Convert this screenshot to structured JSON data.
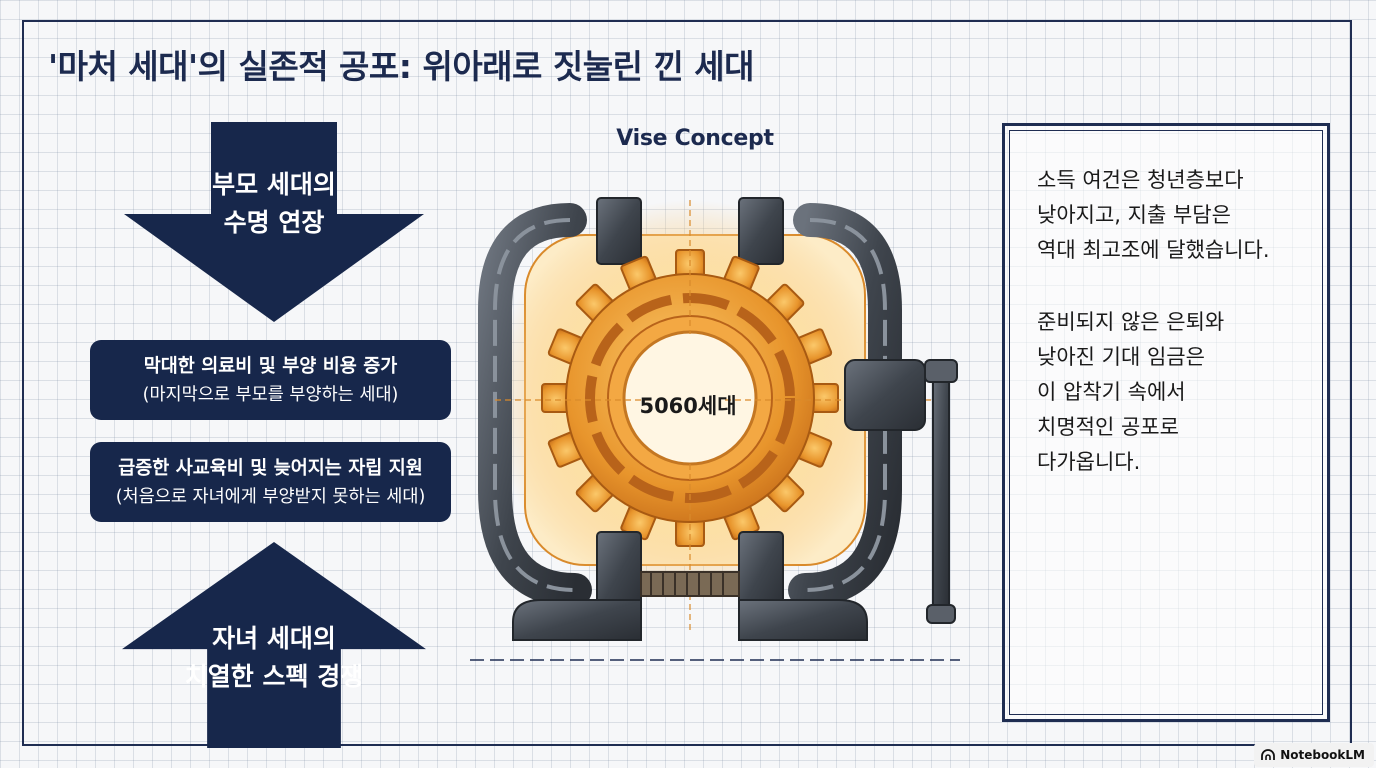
{
  "title": "'마처 세대'의 실존적 공포: 위아래로 짓눌린 낀 세대",
  "top_arrow": {
    "lines": [
      "부모 세대의",
      "수명 연장"
    ]
  },
  "bottom_arrow": {
    "lines": [
      "자녀 세대의",
      "치열한 스펙 경쟁"
    ]
  },
  "pressures": [
    {
      "main": "막대한 의료비 및 부양 비용 증가",
      "sub": "(마지막으로 부모를 부양하는 세대)"
    },
    {
      "main": "급증한 사교육비 및 늦어지는 자립 지원",
      "sub": "(처음으로 자녀에게 부양받지 못하는 세대)"
    }
  ],
  "diagram": {
    "caption": "Vise Concept",
    "center_label": "5060세대"
  },
  "text_box": {
    "paragraph1": [
      "소득 여건은 청년층보다",
      "낮아지고, 지출 부담은",
      "역대 최고조에 달했습니다."
    ],
    "paragraph2": [
      "준비되지 않은 은퇴와",
      "낮아진 기대 임금은",
      "이 압착기 속에서",
      "치명적인 공포로",
      "다가옵니다."
    ]
  },
  "badge": {
    "label": "NotebookLM",
    "icon": "notebooklm-logo-icon"
  },
  "colors": {
    "navy": "#17274b",
    "gear_orange": "#f0a030",
    "gear_glow": "#fff3d6",
    "vise_metal": "#4a5058",
    "background": "#f6f7f9"
  }
}
